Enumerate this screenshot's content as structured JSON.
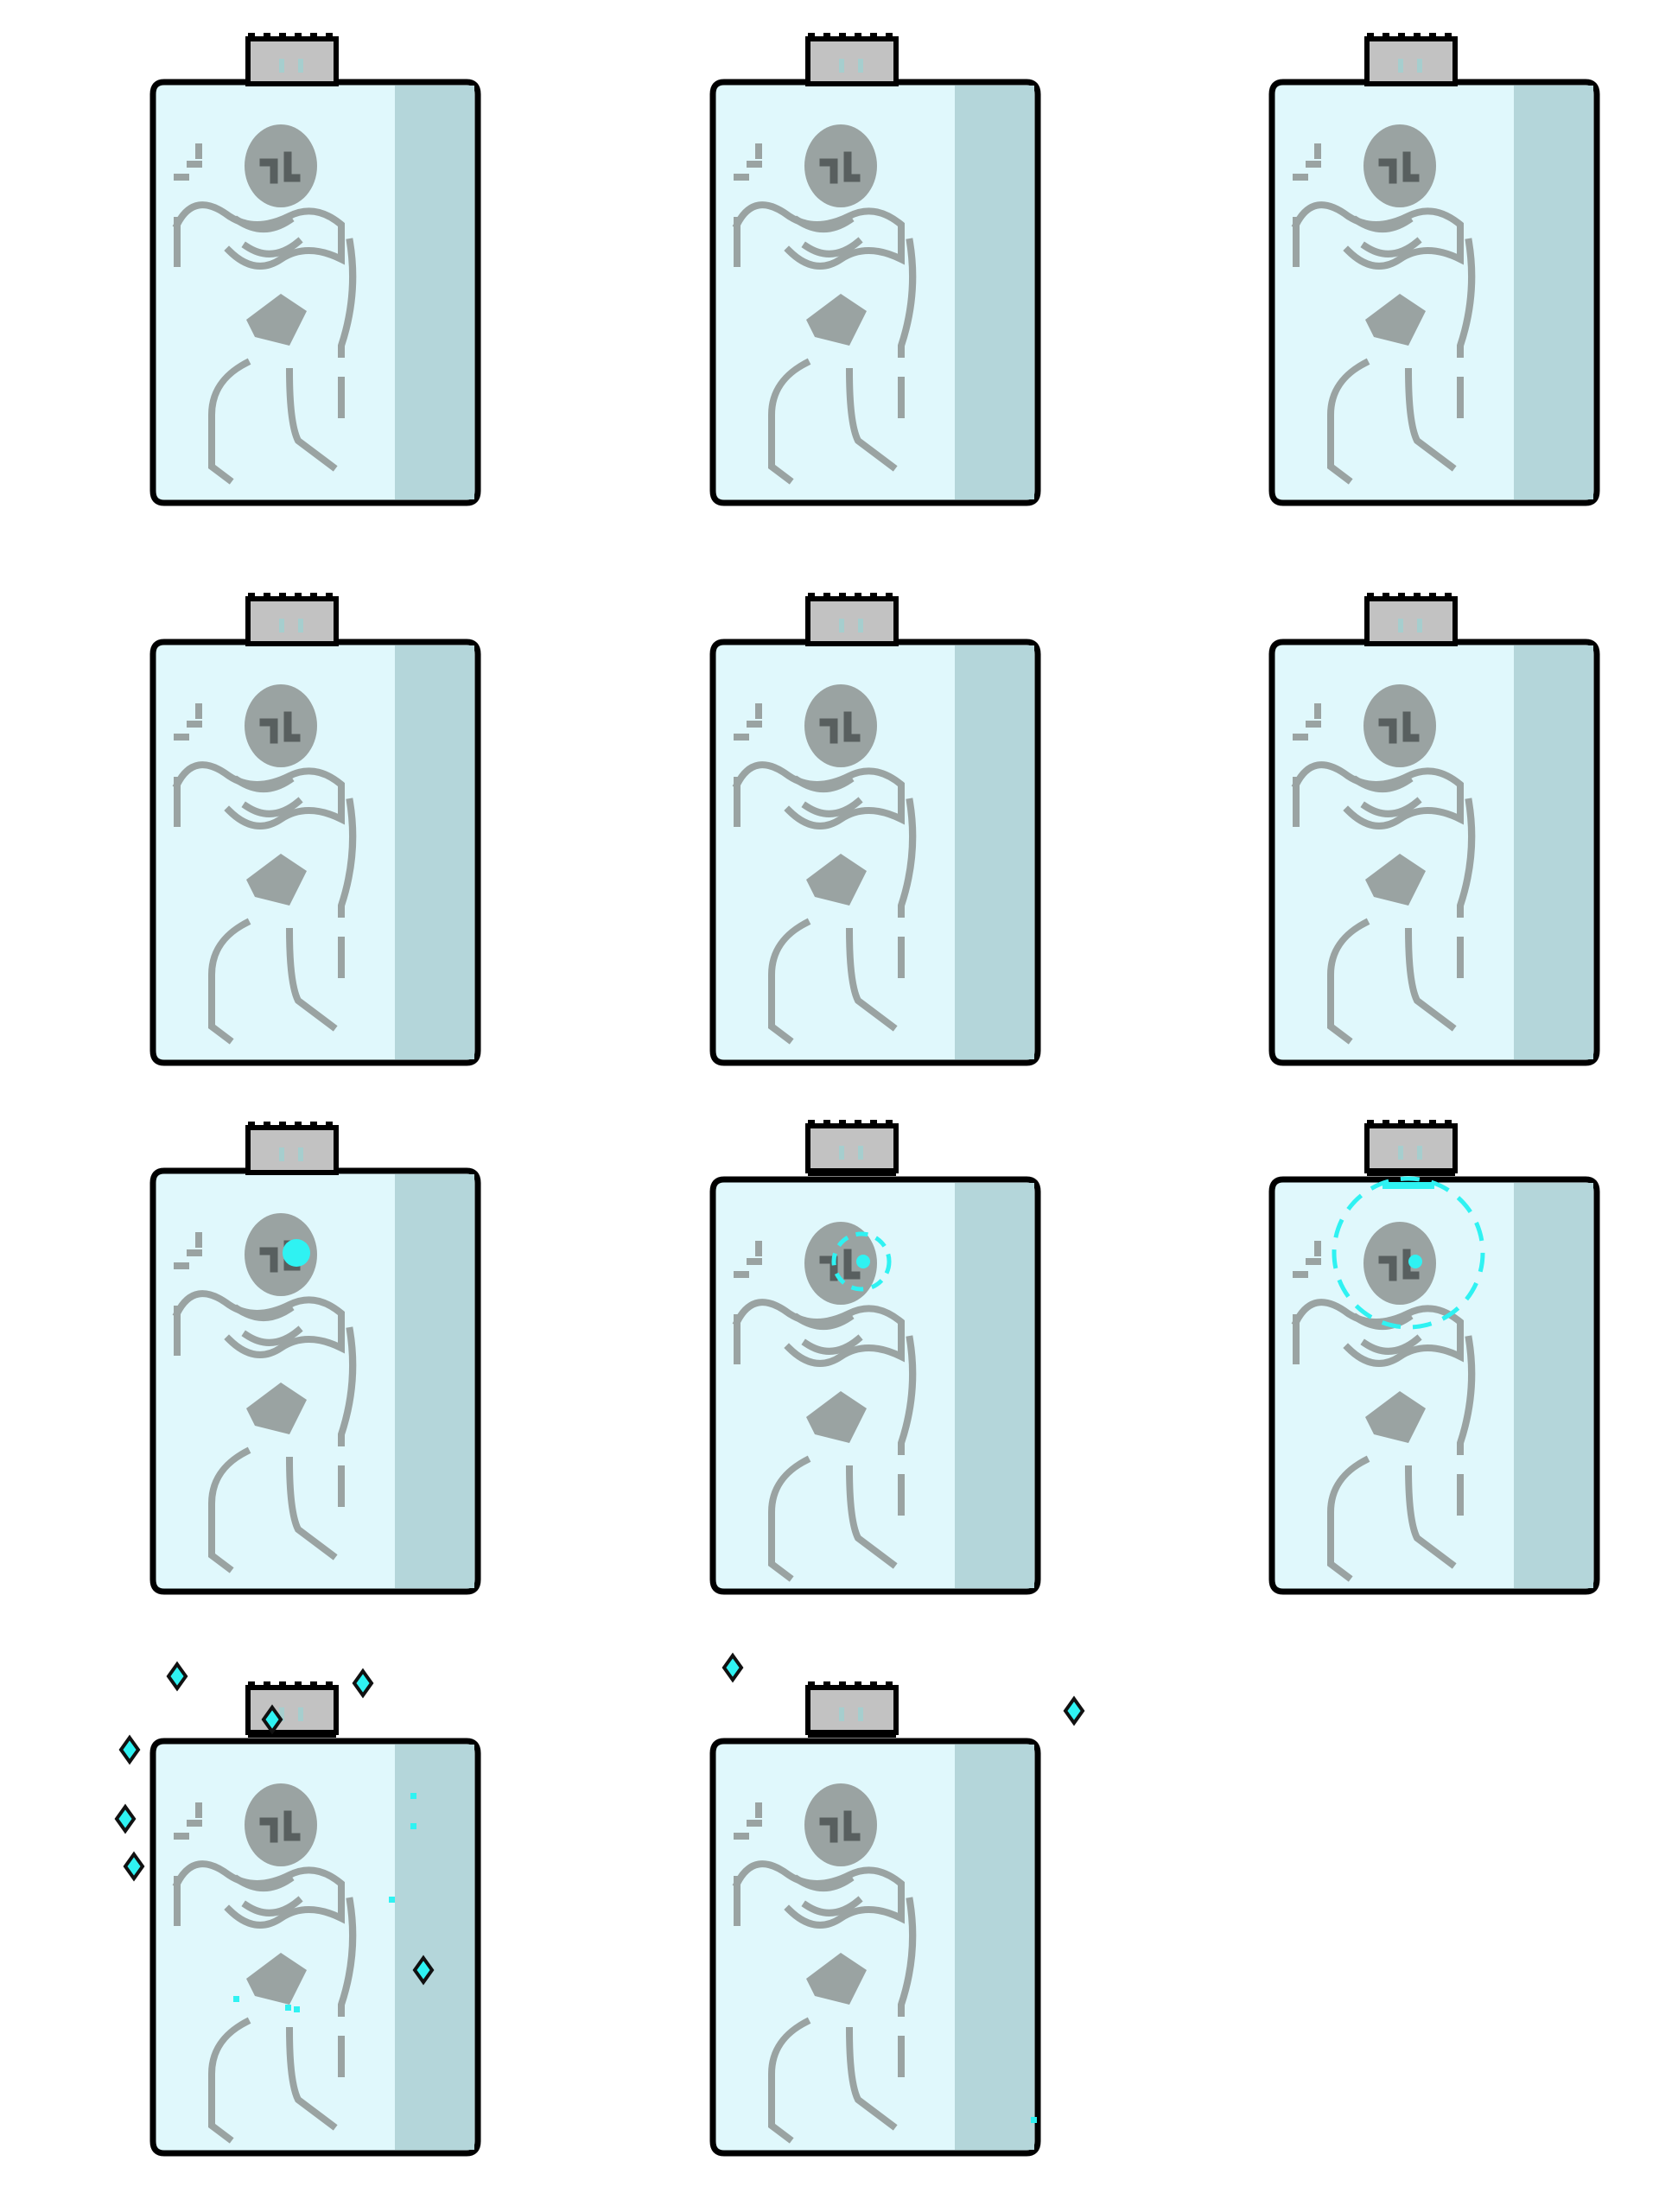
{
  "sheet": {
    "colors": {
      "glass": "#e0f8fc",
      "glass_shade": "#b4d6da",
      "outline": "#000000",
      "cap": "#c2c2c2",
      "cap_mark": "#a6cece",
      "bone": "#9aa3a2",
      "skull_dark": "#585f5f",
      "cyan": "#2ff2f2",
      "spark_shadow": "#111111"
    },
    "frames": [
      {
        "index": 1,
        "cap_state": "closed",
        "effect": "none"
      },
      {
        "index": 2,
        "cap_state": "closed",
        "effect": "none"
      },
      {
        "index": 3,
        "cap_state": "closed",
        "effect": "none"
      },
      {
        "index": 4,
        "cap_state": "closed",
        "effect": "none"
      },
      {
        "index": 5,
        "cap_state": "closed",
        "effect": "none"
      },
      {
        "index": 6,
        "cap_state": "closed",
        "effect": "none"
      },
      {
        "index": 7,
        "cap_state": "closed",
        "effect": "eye-glow"
      },
      {
        "index": 8,
        "cap_state": "lifting",
        "effect": "eye-ring"
      },
      {
        "index": 9,
        "cap_state": "lifting",
        "effect": "soul-ring"
      },
      {
        "index": 10,
        "cap_state": "lifting",
        "effect": "sparkles"
      },
      {
        "index": 11,
        "cap_state": "lifting",
        "effect": "fading-sparkles"
      }
    ]
  }
}
